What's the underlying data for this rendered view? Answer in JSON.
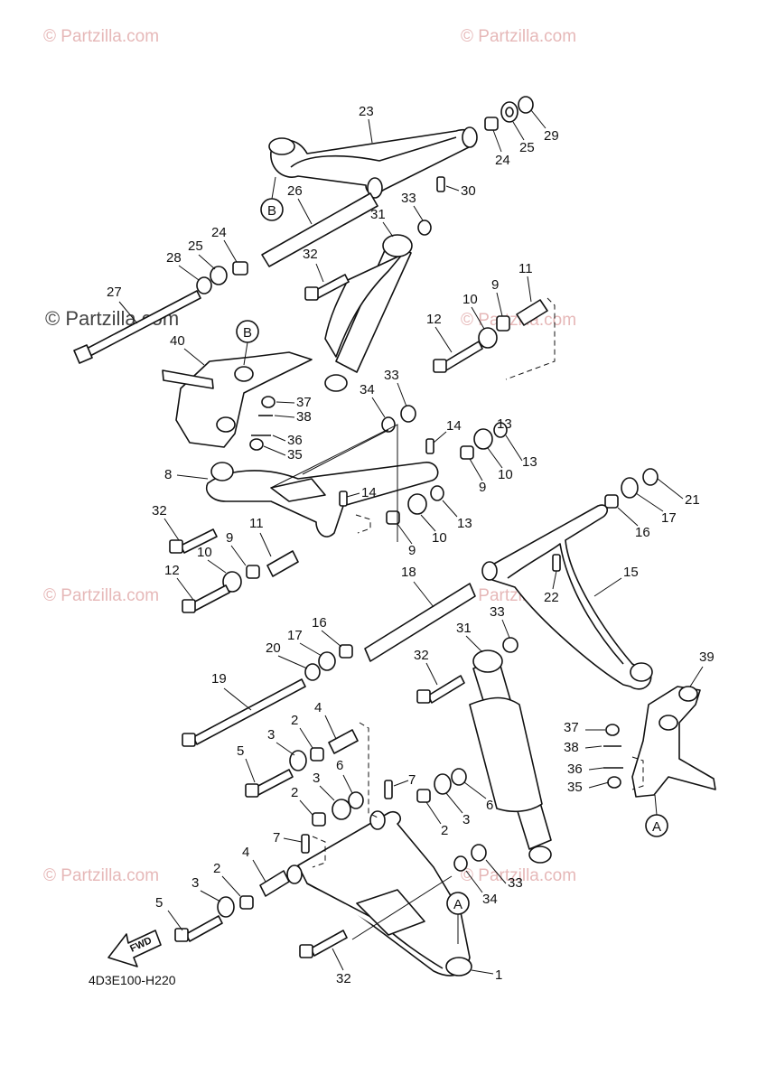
{
  "watermark": {
    "text": "© Partzilla.com",
    "color": "#e6b8b8",
    "dark_color": "#444444"
  },
  "diagram_code": "4D3E100-H220",
  "fwd_label": "FWD",
  "callouts": {
    "A": "A",
    "B": "B"
  },
  "labels": {
    "n1": "1",
    "n2a": "2",
    "n2b": "2",
    "n2c": "2",
    "n2d": "2",
    "n3a": "3",
    "n3b": "3",
    "n3c": "3",
    "n3d": "3",
    "n4a": "4",
    "n4b": "4",
    "n5a": "5",
    "n5b": "5",
    "n6a": "6",
    "n6b": "6",
    "n7a": "7",
    "n7b": "7",
    "n8": "8",
    "n9a": "9",
    "n9b": "9",
    "n9c": "9",
    "n9d": "9",
    "n10a": "10",
    "n10b": "10",
    "n10c": "10",
    "n10d": "10",
    "n11a": "11",
    "n11b": "11",
    "n12a": "12",
    "n12b": "12",
    "n13a": "13",
    "n13b": "13",
    "n14a": "14",
    "n14b": "14",
    "n15": "15",
    "n16a": "16",
    "n16b": "16",
    "n17a": "17",
    "n17b": "17",
    "n18": "18",
    "n19": "19",
    "n20": "20",
    "n21": "21",
    "n22": "22",
    "n23": "23",
    "n24a": "24",
    "n24b": "24",
    "n25a": "25",
    "n25b": "25",
    "n26": "26",
    "n27": "27",
    "n28": "28",
    "n29": "29",
    "n30": "30",
    "n31a": "31",
    "n31b": "31",
    "n32a": "32",
    "n32b": "32",
    "n32c": "32",
    "n32d": "32",
    "n33a": "33",
    "n33b": "33",
    "n33c": "33",
    "n33d": "33",
    "n34a": "34",
    "n34b": "34",
    "n35a": "35",
    "n35b": "35",
    "n36a": "36",
    "n36b": "36",
    "n37a": "37",
    "n37b": "37",
    "n38a": "38",
    "n38b": "38",
    "n39": "39",
    "n40": "40"
  }
}
